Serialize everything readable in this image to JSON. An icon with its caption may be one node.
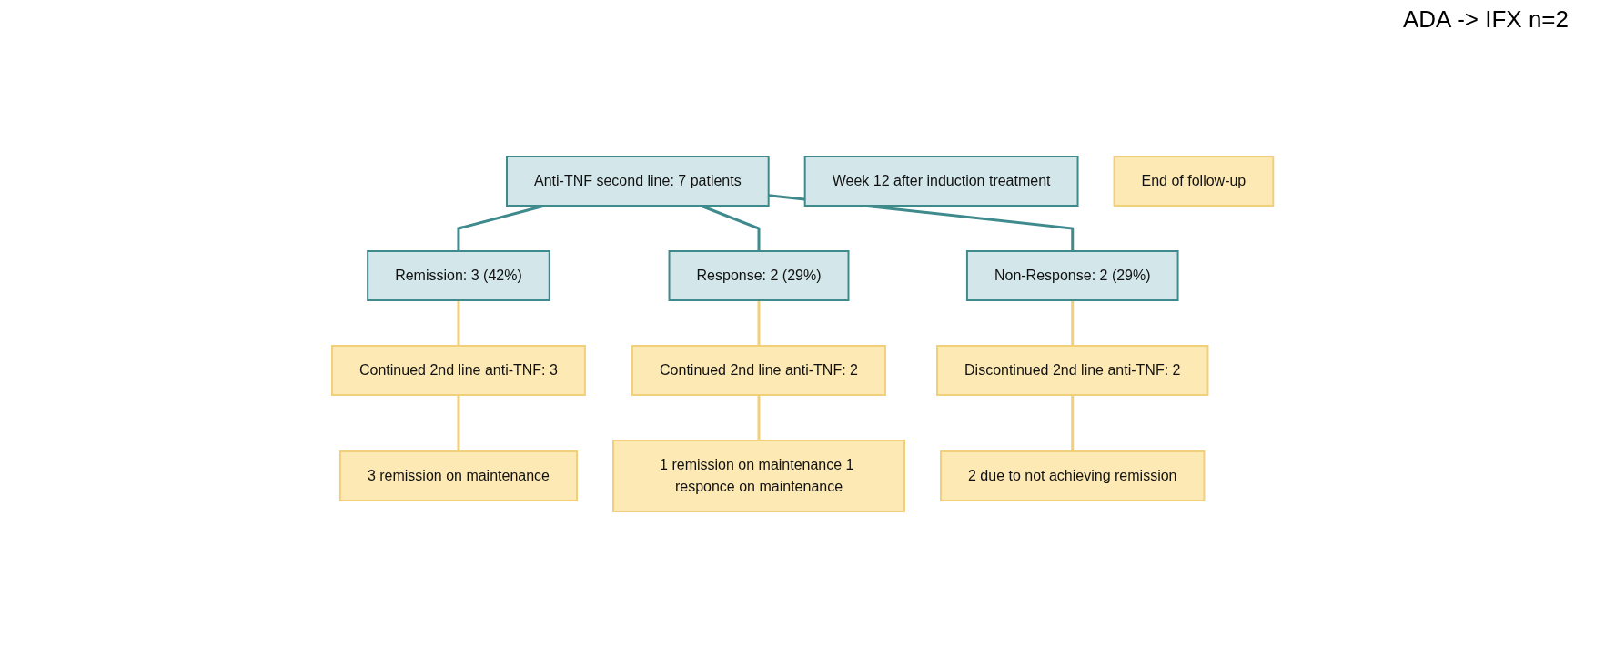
{
  "diagram": {
    "nodes": [
      {
        "text": [
          "Anti-TNF second line: 7 patients"
        ]
      },
      {
        "text": [
          "Week 12 after induction treatment"
        ]
      },
      {
        "text": [
          "End of follow-up"
        ]
      },
      {
        "text": [
          "Remission: 3 (42%)"
        ]
      },
      {
        "text": [
          "Response: 2 (29%)"
        ]
      },
      {
        "text": [
          "Non-Response: 2 (29%)"
        ]
      },
      {
        "text": [
          "Continued 2nd line anti-TNF: 3"
        ]
      },
      {
        "text": [
          "Continued 2nd line anti-TNF: 2"
        ]
      },
      {
        "text": [
          "Discontinued 2nd line anti-TNF: 2"
        ]
      },
      {
        "text": [
          "3 remission on maintenance"
        ]
      },
      {
        "text": [
          "1 remission on maintenance 1 responce on maintenance"
        ]
      },
      {
        "text": [
          "2 due to not achieving remission"
        ]
      }
    ],
    "edges": [
      {
        "from": 0,
        "to": 3,
        "arrow": "none",
        "color": "#3f8a8c"
      },
      {
        "from": 0,
        "to": 4,
        "arrow": "none",
        "color": "#3f8a8c"
      },
      {
        "from": 0,
        "to": 5,
        "arrow": "none",
        "color": "#3f8a8c"
      },
      {
        "from": 3,
        "to": 6,
        "arrow": "none"
      },
      {
        "from": 4,
        "to": 7,
        "arrow": "none"
      },
      {
        "from": 5,
        "to": 8,
        "arrow": "none"
      },
      {
        "from": 6,
        "to": 9,
        "arrow": "none"
      },
      {
        "from": 7,
        "to": 10,
        "arrow": "none"
      },
      {
        "from": 8,
        "to": 11,
        "arrow": "none"
      }
    ],
    "labels": [
      "ADA -> IFX n=2"
    ]
  }
}
